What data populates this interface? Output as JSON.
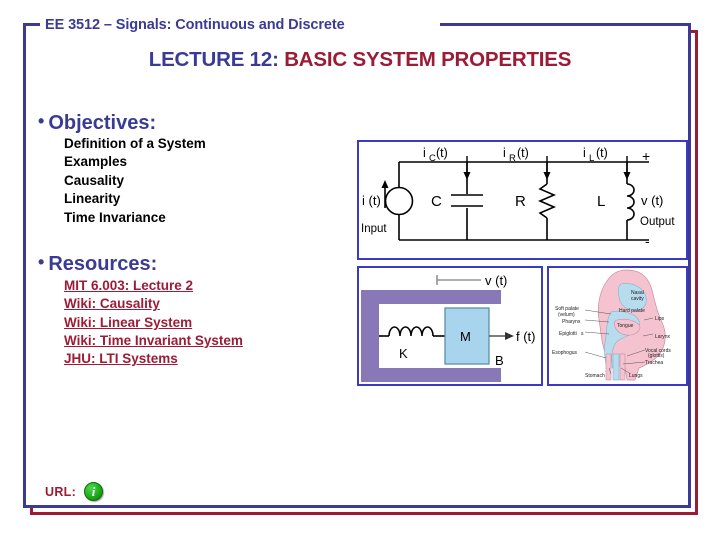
{
  "slide": {
    "course_header": "EE 3512 – Signals: Continuous and Discrete",
    "title_part1": "LECTURE 12:",
    "title_part2": " BASIC SYSTEM PROPERTIES",
    "colors": {
      "blue": "#3b3b96",
      "red": "#9c1c36",
      "panel_border": "#3a3ac4",
      "wall_purple": "#8878b8",
      "mass_blue": "#a8d4ee",
      "tissue_pink": "#f5c3cf",
      "airway_blue": "#b6dced",
      "info_green": "#1aa81a"
    }
  },
  "objectives": {
    "heading": "Objectives:",
    "items": [
      "Definition of a System",
      "Examples",
      "Causality",
      "Linearity",
      "Time Invariance"
    ]
  },
  "resources": {
    "heading": "Resources:",
    "links": [
      "MIT 6.003: Lecture 2",
      "Wiki: Causality",
      "Wiki: Linear System",
      "Wiki: Time Invariant System",
      "JHU: LTI Systems"
    ]
  },
  "circuit": {
    "source_label": "i (t)",
    "input_label": "Input",
    "branch_labels": [
      "i C (t)",
      "i R (t)",
      "i L (t)"
    ],
    "components": [
      "C",
      "R",
      "L"
    ],
    "output_voltage": "v (t)",
    "output_label": "Output",
    "plus": "+",
    "minus": "-",
    "sub_c": "C",
    "sub_r": "R",
    "sub_l": "L",
    "i_glyph": "i",
    "t_paren": "(t)"
  },
  "mechanical": {
    "velocity_label": "v (t)",
    "spring_label": "K",
    "mass_label": "M",
    "damper_label": "B",
    "force_label": "f (t)"
  },
  "vocal_tract": {
    "labels": [
      "Nasal cavity",
      "Hard palate",
      "Soft palate (velum)",
      "Pharynx",
      "Tongue",
      "Lips",
      "Epiglottis",
      "Larynx",
      "Esophogus",
      "Vocal cords (glottis)",
      "Trachea",
      "Stomach",
      "Lungs"
    ],
    "l_nasal_1": "Nasal",
    "l_nasal_2": "cavity",
    "l_hard_palate": "Hard palate",
    "l_soft_1": "Soft palate",
    "l_soft_2": "(velum)",
    "l_pharynx": "Pharynx",
    "l_tongue": "Tongue",
    "l_lips": "Lips",
    "l_epiglottis": "Epiglotti",
    "l_epiglottis_s": "s",
    "l_larynx": "Larynx",
    "l_esophogus": "Esophogus",
    "l_vocal_1": "Vocal cords",
    "l_vocal_2": "(glottis)",
    "l_trachea": "Trachea",
    "l_stomach": "Stomach",
    "l_lungs": "Lungs"
  },
  "footer": {
    "url_label": "URL:",
    "info_glyph": "i"
  }
}
